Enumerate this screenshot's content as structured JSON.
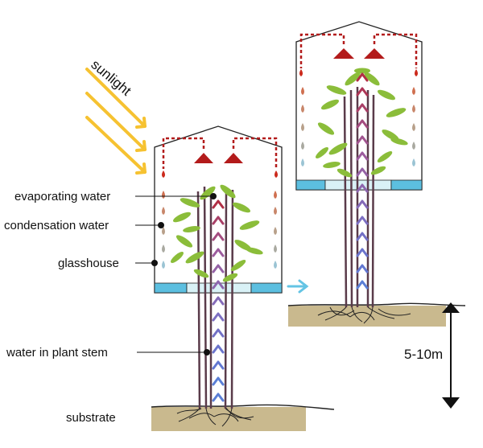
{
  "labels": {
    "sunlight": "sunlight",
    "evaporating_water": "evaporating water",
    "condensation_water": "condensation water",
    "glasshouse": "glasshouse",
    "water_in_plant_stem": "water in plant stem",
    "substrate": "substrate",
    "height_range": "5-10m"
  },
  "colors": {
    "sunlight": "#f6c231",
    "condensation": "#b31b1b",
    "glass_panel": "#5cbfe0",
    "substrate": "#c9b98e",
    "arrow_progression": [
      "#5b7fd6",
      "#7d6fc3",
      "#9d5b9e",
      "#b12e45"
    ],
    "drop_progression": [
      "#9bc4d4",
      "#a9a9a0",
      "#c49a7a",
      "#d07050",
      "#cc2a1c"
    ],
    "bamboo_leaf": "#8bbd3a",
    "move_arrow": "#64c4e4"
  }
}
